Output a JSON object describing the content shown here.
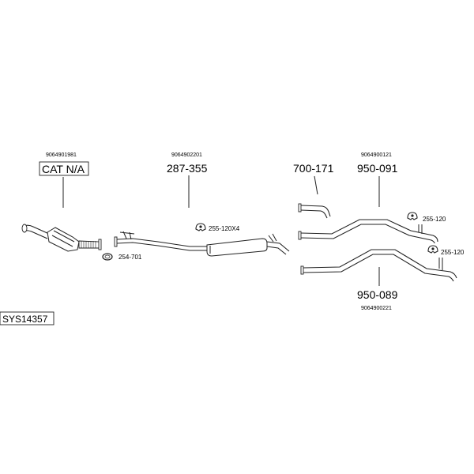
{
  "system_code": "SYS14357",
  "parts": {
    "cat": {
      "part_number": "CAT N/A",
      "oe_number": "9064901981"
    },
    "middle": {
      "part_number": "287-355",
      "oe_number": "9064902201"
    },
    "tail_short": {
      "part_number": "700-171"
    },
    "tail_upper": {
      "part_number": "950-091",
      "oe_number": "9064900121"
    },
    "tail_lower": {
      "part_number": "950-089",
      "oe_number": "9064900221"
    }
  },
  "accessories": {
    "gasket": {
      "label": "254-701"
    },
    "mount_middle": {
      "label": "255-120X4"
    },
    "mount_upper": {
      "label": "255-120"
    },
    "mount_lower": {
      "label": "255-120"
    }
  },
  "colors": {
    "line": "#222222",
    "background": "#ffffff"
  }
}
